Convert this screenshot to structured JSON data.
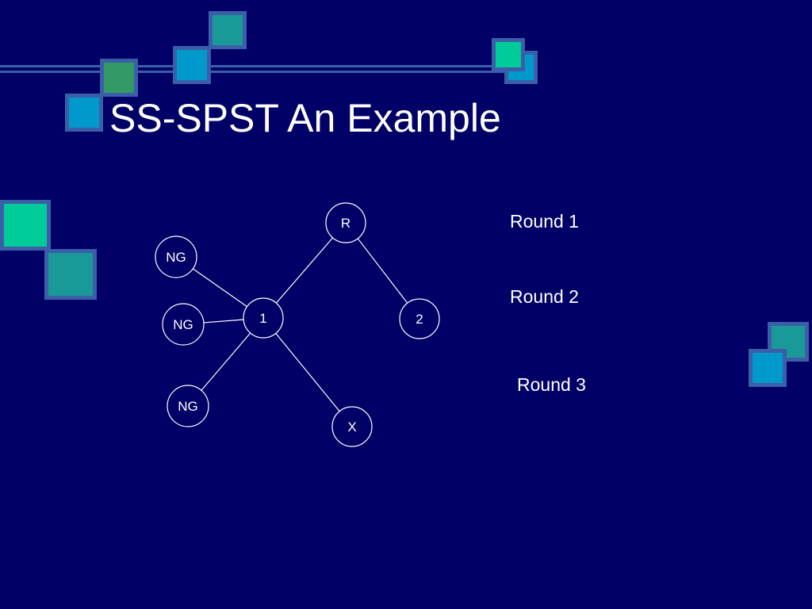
{
  "slide": {
    "title": "SS-SPST An Example",
    "rounds": [
      "Round 1",
      "Round 2",
      "Round 3"
    ]
  },
  "diagram": {
    "nodes": [
      {
        "id": "r",
        "label": "R"
      },
      {
        "id": "n1",
        "label": "1"
      },
      {
        "id": "n2",
        "label": "2"
      },
      {
        "id": "x",
        "label": "X"
      },
      {
        "id": "ng-top",
        "label": "NG"
      },
      {
        "id": "ng-mid",
        "label": "NG"
      },
      {
        "id": "ng-bot",
        "label": "NG"
      }
    ],
    "edges": [
      {
        "from": "r",
        "to": "n1"
      },
      {
        "from": "r",
        "to": "n2"
      },
      {
        "from": "n1",
        "to": "x"
      },
      {
        "from": "n1",
        "to": "ng-top"
      },
      {
        "from": "n1",
        "to": "ng-mid"
      },
      {
        "from": "n1",
        "to": "ng-bot"
      }
    ]
  },
  "colors": {
    "background": "#000066",
    "line": "#ffffff",
    "deco_border": "#3a5fa8",
    "deco_teal": "#1a9999",
    "deco_cyan": "#0099cc",
    "deco_mint": "#00cc99",
    "deco_green": "#339966"
  }
}
